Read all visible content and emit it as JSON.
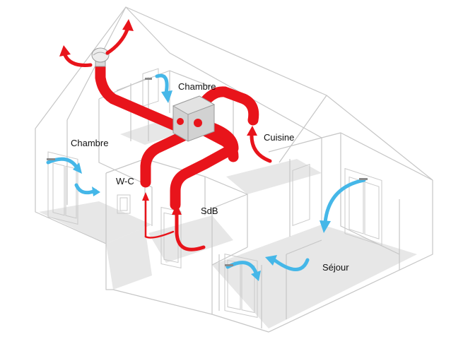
{
  "labels": {
    "chambre_upper": "Chambre",
    "chambre_left": "Chambre",
    "cuisine": "Cuisine",
    "wc": "W-C",
    "sdb": "SdB",
    "sejour": "Séjour"
  },
  "legend_colors": {
    "extract_air": "#e8141b",
    "fresh_air": "#45b7e8",
    "outline": "#c9c9c9",
    "floor": "#e6e6e6",
    "unit_box": "#d2d2d2"
  },
  "icons": {
    "vmc_unit": "ventilation-box-icon",
    "roof_outlet": "roof-extractor-icon",
    "air_inlet": "window-air-inlet-icon"
  }
}
